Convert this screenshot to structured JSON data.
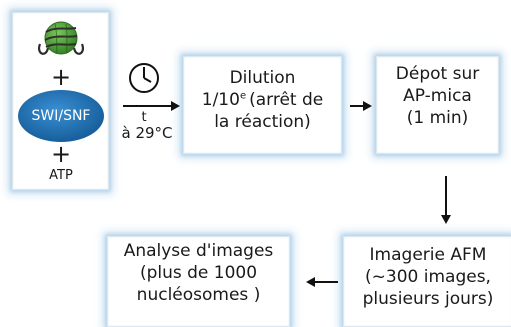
{
  "left_box": {
    "plus_1": "+",
    "enzyme_label": "SWI/SNF",
    "plus_2": "+",
    "atp_label": "ATP",
    "enzyme_color": "#1d6fb3",
    "nucleosome_color": "#4fa43a"
  },
  "incubation": {
    "time_label": "t",
    "temperature_label": "à 29°C",
    "icon": "clock-icon"
  },
  "steps": {
    "dilution": [
      "Dilution",
      "1/10",
      "e",
      "(arrêt de",
      "la réaction)"
    ],
    "deposit": [
      "Dépot sur",
      "AP-mica",
      "(1 min)"
    ],
    "imaging": [
      "Imagerie AFM",
      "(~300 images,",
      "plusieurs jours)"
    ],
    "analysis": [
      "Analyse d'images",
      "(plus de 1000",
      "nucléosomes )"
    ]
  }
}
